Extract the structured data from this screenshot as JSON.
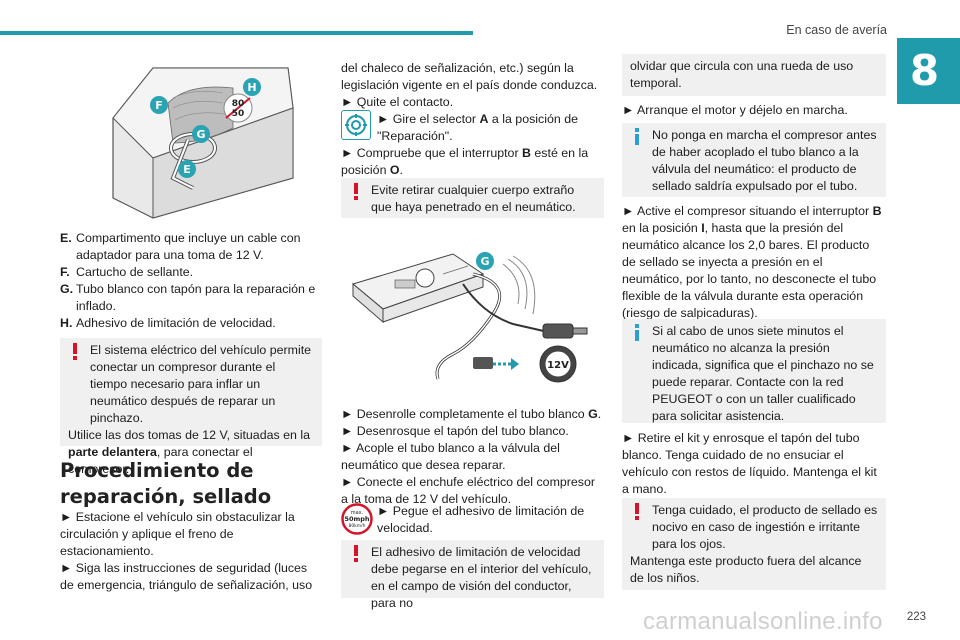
{
  "header": {
    "section": "En caso de avería",
    "chapter": "8"
  },
  "figure1": {
    "callouts": [
      "E",
      "F",
      "G",
      "H"
    ],
    "speed_sticker": [
      "80",
      "50"
    ]
  },
  "legend": [
    {
      "letter": "E.",
      "text": "Compartimento que incluye un cable con adaptador para una toma de 12 V."
    },
    {
      "letter": "F.",
      "text": "Cartucho de sellante."
    },
    {
      "letter": "G.",
      "text": "Tubo blanco con tapón para la reparación e inflado."
    },
    {
      "letter": "H.",
      "text": "Adhesivo de limitación de velocidad."
    }
  ],
  "warning1": {
    "l1": "El sistema eléctrico del vehículo permite conectar un compresor durante el tiempo necesario para inflar un neumático después de reparar un pinchazo.",
    "l2a": "Utilice las dos tomas de 12 V, situadas en la ",
    "l2b": "parte delantera",
    "l2c": ", para conectar el compresor."
  },
  "heading": "Procedimiento de reparación, sellado",
  "col1_steps": "► Estacione el vehículo sin obstaculizar la circulación y aplique el freno de estacionamiento.",
  "col1_steps2": "► Siga las instrucciones de seguridad (luces de emergencia, triángulo de señalización, uso",
  "col2": {
    "cont": "del chaleco de señalización, etc.) según la legislación vigente en el país donde conduzca.",
    "s1": "► Quite el contacto.",
    "s2a": "► Gire el selector ",
    "s2b": "A",
    "s2c": " a la posición de \"Reparación\".",
    "s3a": "► Compruebe que el interruptor ",
    "s3b": "B",
    "s3c": " esté en la posición ",
    "s3d": "O",
    "s3e": ".",
    "warning2": "Evite retirar cualquier cuerpo extraño que haya penetrado en el neumático.",
    "fig_callout": "G",
    "fig_socket": "12V",
    "s4a": "► Desenrolle completamente el tubo blanco ",
    "s4b": "G",
    "s4c": ".",
    "s5": "► Desenrosque el tapón del tubo blanco.",
    "s6": "► Acople el tubo blanco a la válvula del neumático que desea reparar.",
    "s7": "► Conecte el enchufe eléctrico del compresor a la toma de 12 V del vehículo.",
    "s8": "► Pegue el adhesivo de limitación de velocidad.",
    "sticker": [
      "max.",
      "50mph",
      "80km/h"
    ],
    "warning3": "El adhesivo de limitación de velocidad debe pegarse en el interior del vehículo, en el campo de visión del conductor, para no"
  },
  "col3": {
    "cont": "olvidar que circula con una rueda de uso temporal.",
    "s1": "► Arranque el motor y déjelo en marcha.",
    "info1": "No ponga en marcha el compresor antes de haber acoplado el tubo blanco a la válvula del neumático: el producto de sellado saldría expulsado por el tubo.",
    "s2a": "► Active el compresor situando el interruptor ",
    "s2b": "B",
    "s2c": " en la posición ",
    "s2d": "I",
    "s2e": ", hasta que la presión del neumático alcance los 2,0 bares. El producto de sellado se inyecta a presión en el neumático, por lo tanto, no desconecte el tubo flexible de la válvula durante esta operación (riesgo de salpicaduras).",
    "info2": "Si al cabo de unos siete minutos el neumático no alcanza la presión indicada, significa que el pinchazo no se puede reparar. Contacte con la red PEUGEOT o con un taller cualificado para solicitar asistencia.",
    "s3": "► Retire el kit y enrosque el tapón del tubo blanco. Tenga cuidado de no ensuciar el vehículo con restos de líquido. Mantenga el kit a mano.",
    "warning4a": "Tenga cuidado, el producto de sellado es nocivo en caso de ingestión e irritante para los ojos.",
    "warning4b": "Mantenga este producto fuera del alcance de los niños."
  },
  "footer": {
    "page": "223",
    "watermark": "carmanualsonline.info"
  },
  "colors": {
    "accent": "#1f9bac",
    "callout": "#2aa3b3",
    "warning": "#d3152b",
    "info": "#2a9fd6"
  }
}
